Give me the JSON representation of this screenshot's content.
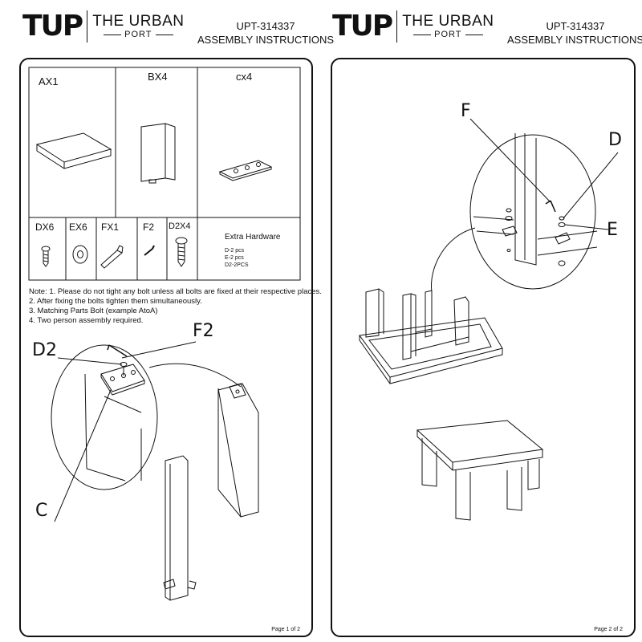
{
  "header": {
    "logo_mark": "TUP",
    "logo_line1": "THE URBAN",
    "logo_line2": "PORT",
    "model": "UPT-314337",
    "doc_title": "ASSEMBLY INSTRUCTIONS"
  },
  "page1": {
    "parts": {
      "ax": "AX1",
      "bx": "BX4",
      "cx": "cx4",
      "dx": "DX6",
      "ex": "EX6",
      "fx": "FX1",
      "f2": "F2",
      "d2x": "D2X4"
    },
    "extra": {
      "title": "Extra Hardware",
      "line1": "D-2 pcs",
      "line2": "E-2 pcs",
      "line3": "D2-2PCS"
    },
    "notes": [
      "Note: 1.     Please do not tight any bolt unless all bolts are fixed at their respective places.",
      "          2.     After fixing the bolts tighten them simultaneously.",
      "          3.     Matching Parts Bolt (example AtoA)",
      "          4.     Two person assembly required."
    ],
    "callouts": {
      "d2": "D2",
      "f2": "F2",
      "c": "C"
    },
    "page_number": "Page 1 of 2"
  },
  "page2": {
    "callouts": {
      "f": "F",
      "d": "D",
      "e": "E"
    },
    "page_number": "Page 2 of 2"
  }
}
